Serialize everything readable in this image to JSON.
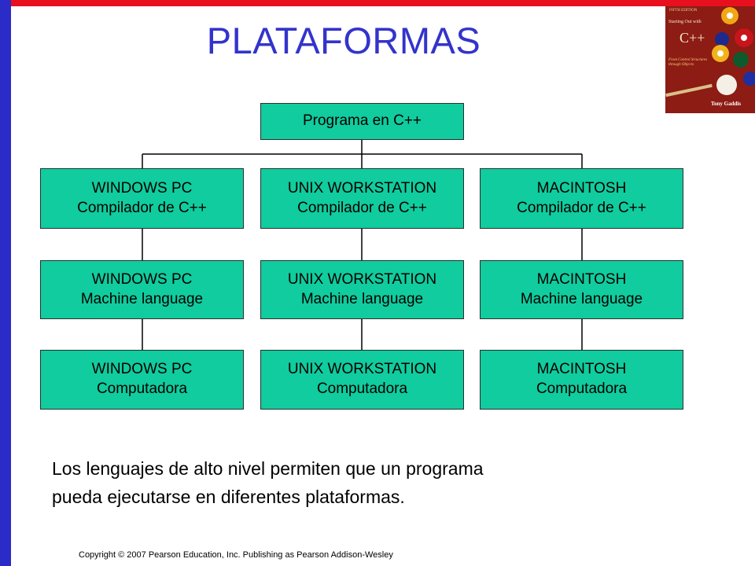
{
  "slide": {
    "title": "PLATAFORMAS",
    "accent_colors": {
      "left_bar": "#2b2bc8",
      "top_bar": "#e8101e",
      "title": "#3333cc",
      "node_fill": "#10cc9e"
    }
  },
  "book_cover": {
    "icon": "book-cover-image",
    "edition": "FIFTH EDITION",
    "series": "Starting Out with",
    "language": "C++",
    "subtitle": "From Control Structures through Objects",
    "author": "Tony Gaddis"
  },
  "diagram": {
    "root": {
      "label": "Programa en C++"
    },
    "columns": [
      {
        "platform": "WINDOWS PC",
        "levels": [
          "Compilador de C++",
          "Machine language",
          "Computadora"
        ]
      },
      {
        "platform": "UNIX WORKSTATION",
        "levels": [
          "Compilador de C++",
          "Machine language",
          "Computadora"
        ]
      },
      {
        "platform": "MACINTOSH",
        "levels": [
          "Compilador de C++",
          "Machine language",
          "Computadora"
        ]
      }
    ]
  },
  "body": {
    "line1": "Los lenguajes de alto nivel permiten que un programa",
    "line2": "pueda ejecutarse en diferentes plataformas."
  },
  "footer": {
    "copyright": "Copyright © 2007 Pearson Education, Inc. Publishing as Pearson Addison-Wesley"
  }
}
